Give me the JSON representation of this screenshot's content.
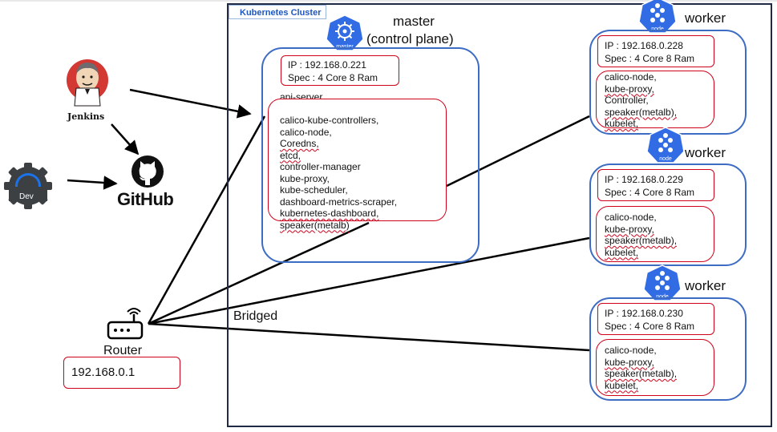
{
  "cluster": {
    "label": "Kubernetes Cluster"
  },
  "master": {
    "title": "master",
    "subtitle": "(control plane)",
    "badge": "master",
    "ip": "IP : 192.168.0.221",
    "spec": "Spec : 4 Core 8 Ram",
    "api_server": "api-server,",
    "components": [
      "calico-kube-controllers,",
      "calico-node,",
      "Coredns,",
      "etcd,",
      "controller-manager",
      "kube-proxy,",
      "kube-scheduler,",
      "dashboard-metrics-scraper,",
      "kubernetes-dashboard,",
      "speaker(metalb)"
    ]
  },
  "workers": [
    {
      "title": "worker",
      "badge": "node",
      "ip": "IP : 192.168.0.228",
      "spec": "Spec : 4 Core 8 Ram",
      "components": [
        "calico-node,",
        "kube-proxy,",
        "Controller,",
        "speaker(metalb),",
        "kubelet,"
      ]
    },
    {
      "title": "worker",
      "badge": "node",
      "ip": "IP : 192.168.0.229",
      "spec": "Spec : 4 Core 8 Ram",
      "components": [
        "calico-node,",
        "kube-proxy,",
        "speaker(metalb),",
        "kubelet,"
      ]
    },
    {
      "title": "worker",
      "badge": "node",
      "ip": "IP : 192.168.0.230",
      "spec": "Spec : 4 Core 8 Ram",
      "components": [
        "calico-node,",
        "kube-proxy,",
        "speaker(metalb),",
        "kubelet,"
      ]
    }
  ],
  "external": {
    "jenkins_label": "Jenkins",
    "github_label": "GitHub",
    "dev_label": "Dev",
    "router_label": "Router",
    "router_ip": "192.168.0.1",
    "bridged_label": "Bridged"
  },
  "colors": {
    "k8s_blue": "#326ce5",
    "box_blue": "#3d6cc4",
    "red": "#d0021b",
    "cluster_border": "#1f2a44"
  },
  "icons": [
    "jenkins-logo",
    "github-logo",
    "android-studio-dev-icon",
    "router-icon",
    "kubernetes-master-icon",
    "kubernetes-node-icon"
  ]
}
